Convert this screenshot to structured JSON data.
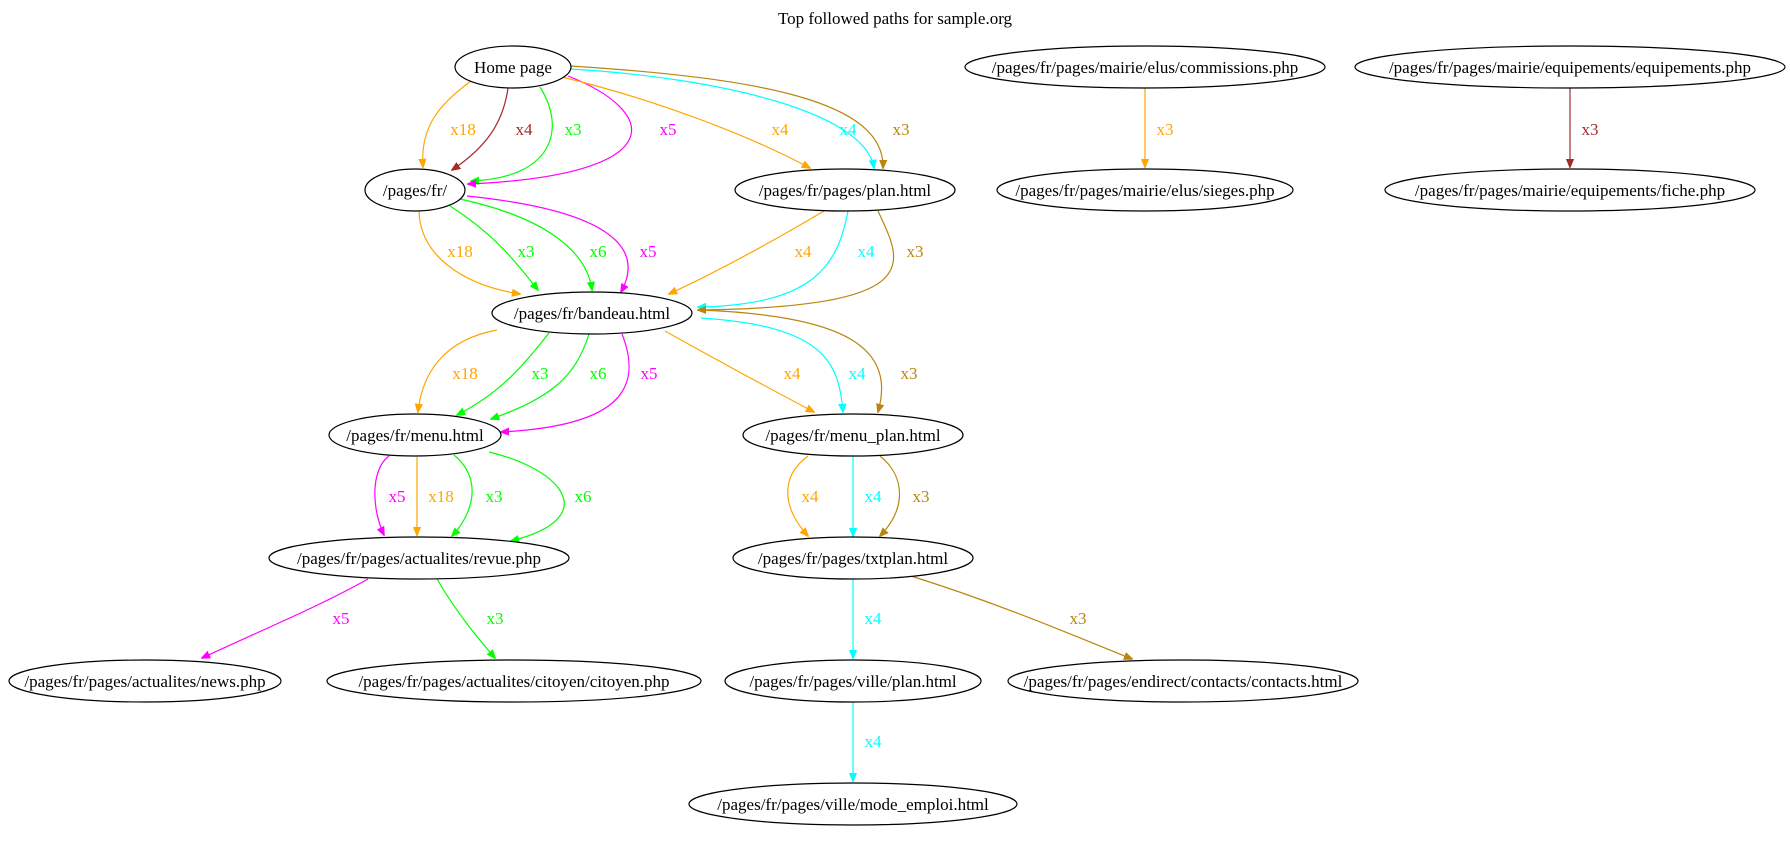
{
  "title": "Top followed paths for sample.org",
  "colors": {
    "orange": "#FFA500",
    "brown": "#A52A2A",
    "green": "#00FF00",
    "magenta": "#FF00FF",
    "cyan": "#00FFFF",
    "goldenrod": "#B8860B",
    "start_fill": "#D3D3D3"
  },
  "nodes": [
    {
      "id": "home",
      "label": "Home page",
      "start": true
    },
    {
      "id": "fr",
      "label": "/pages/fr/"
    },
    {
      "id": "plan",
      "label": "/pages/fr/pages/plan.html"
    },
    {
      "id": "bandeau",
      "label": "/pages/fr/bandeau.html"
    },
    {
      "id": "menu",
      "label": "/pages/fr/menu.html"
    },
    {
      "id": "menu_plan",
      "label": "/pages/fr/menu_plan.html"
    },
    {
      "id": "revue",
      "label": "/pages/fr/pages/actualites/revue.php"
    },
    {
      "id": "txtplan",
      "label": "/pages/fr/pages/txtplan.html"
    },
    {
      "id": "news",
      "label": "/pages/fr/pages/actualites/news.php"
    },
    {
      "id": "citoyen",
      "label": "/pages/fr/pages/actualites/citoyen/citoyen.php"
    },
    {
      "id": "ville_plan",
      "label": "/pages/fr/pages/ville/plan.html"
    },
    {
      "id": "contacts",
      "label": "/pages/fr/pages/endirect/contacts/contacts.html"
    },
    {
      "id": "mode_emploi",
      "label": "/pages/fr/pages/ville/mode_emploi.html"
    },
    {
      "id": "commissions",
      "label": "/pages/fr/pages/mairie/elus/commissions.php"
    },
    {
      "id": "sieges",
      "label": "/pages/fr/pages/mairie/elus/sieges.php"
    },
    {
      "id": "equipements",
      "label": "/pages/fr/pages/mairie/equipements/equipements.php"
    },
    {
      "id": "fiche",
      "label": "/pages/fr/pages/mairie/equipements/fiche.php"
    }
  ],
  "edges": [
    {
      "from": "home",
      "to": "fr",
      "label": "x18",
      "color": "orange"
    },
    {
      "from": "home",
      "to": "fr",
      "label": "x4",
      "color": "brown"
    },
    {
      "from": "home",
      "to": "fr",
      "label": "x3",
      "color": "green"
    },
    {
      "from": "home",
      "to": "fr",
      "label": "x5",
      "color": "magenta"
    },
    {
      "from": "home",
      "to": "plan",
      "label": "x4",
      "color": "orange"
    },
    {
      "from": "home",
      "to": "plan",
      "label": "x4",
      "color": "cyan"
    },
    {
      "from": "home",
      "to": "plan",
      "label": "x3",
      "color": "goldenrod"
    },
    {
      "from": "fr",
      "to": "bandeau",
      "label": "x18",
      "color": "orange"
    },
    {
      "from": "fr",
      "to": "bandeau",
      "label": "x3",
      "color": "green"
    },
    {
      "from": "fr",
      "to": "bandeau",
      "label": "x6",
      "color": "green"
    },
    {
      "from": "fr",
      "to": "bandeau",
      "label": "x5",
      "color": "magenta"
    },
    {
      "from": "plan",
      "to": "bandeau",
      "label": "x4",
      "color": "orange"
    },
    {
      "from": "plan",
      "to": "bandeau",
      "label": "x4",
      "color": "cyan"
    },
    {
      "from": "plan",
      "to": "bandeau",
      "label": "x3",
      "color": "goldenrod"
    },
    {
      "from": "bandeau",
      "to": "menu",
      "label": "x18",
      "color": "orange"
    },
    {
      "from": "bandeau",
      "to": "menu",
      "label": "x3",
      "color": "green"
    },
    {
      "from": "bandeau",
      "to": "menu",
      "label": "x6",
      "color": "green"
    },
    {
      "from": "bandeau",
      "to": "menu",
      "label": "x5",
      "color": "magenta"
    },
    {
      "from": "bandeau",
      "to": "menu_plan",
      "label": "x4",
      "color": "orange"
    },
    {
      "from": "bandeau",
      "to": "menu_plan",
      "label": "x4",
      "color": "cyan"
    },
    {
      "from": "bandeau",
      "to": "menu_plan",
      "label": "x3",
      "color": "goldenrod"
    },
    {
      "from": "menu",
      "to": "revue",
      "label": "x5",
      "color": "magenta"
    },
    {
      "from": "menu",
      "to": "revue",
      "label": "x18",
      "color": "orange"
    },
    {
      "from": "menu",
      "to": "revue",
      "label": "x3",
      "color": "green"
    },
    {
      "from": "menu",
      "to": "revue",
      "label": "x6",
      "color": "green"
    },
    {
      "from": "menu_plan",
      "to": "txtplan",
      "label": "x4",
      "color": "orange"
    },
    {
      "from": "menu_plan",
      "to": "txtplan",
      "label": "x4",
      "color": "cyan"
    },
    {
      "from": "menu_plan",
      "to": "txtplan",
      "label": "x3",
      "color": "goldenrod"
    },
    {
      "from": "revue",
      "to": "news",
      "label": "x5",
      "color": "magenta"
    },
    {
      "from": "revue",
      "to": "citoyen",
      "label": "x3",
      "color": "green"
    },
    {
      "from": "txtplan",
      "to": "ville_plan",
      "label": "x4",
      "color": "cyan"
    },
    {
      "from": "txtplan",
      "to": "contacts",
      "label": "x3",
      "color": "goldenrod"
    },
    {
      "from": "ville_plan",
      "to": "mode_emploi",
      "label": "x4",
      "color": "cyan"
    },
    {
      "from": "commissions",
      "to": "sieges",
      "label": "x3",
      "color": "orange"
    },
    {
      "from": "equipements",
      "to": "fiche",
      "label": "x3",
      "color": "brown"
    }
  ]
}
